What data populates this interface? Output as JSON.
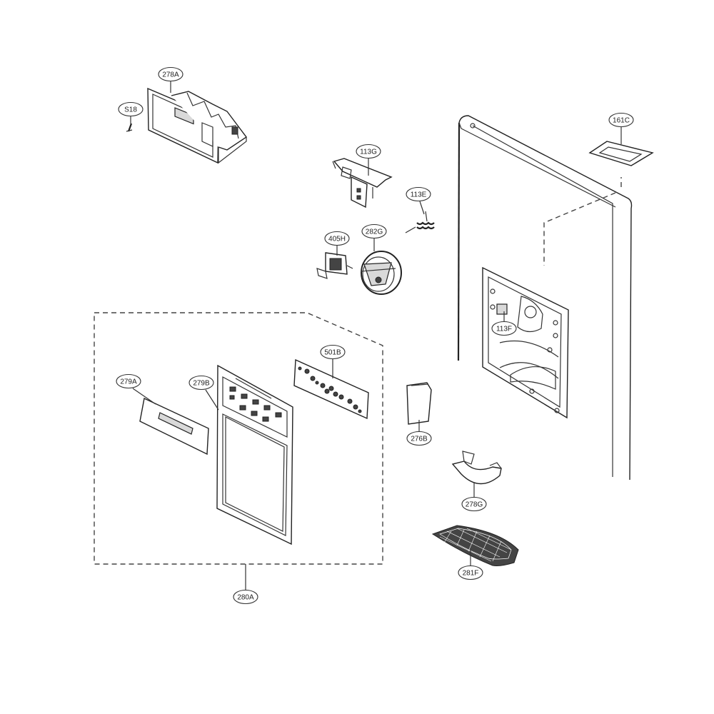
{
  "callouts": [
    {
      "id": "s18",
      "text": "S18"
    },
    {
      "id": "278a",
      "text": "278A"
    },
    {
      "id": "113g",
      "text": "113G"
    },
    {
      "id": "113e",
      "text": "113E"
    },
    {
      "id": "405h",
      "text": "405H"
    },
    {
      "id": "282g",
      "text": "282G"
    },
    {
      "id": "161c",
      "text": "161C"
    },
    {
      "id": "113f",
      "text": "113F"
    },
    {
      "id": "501b",
      "text": "501B"
    },
    {
      "id": "279a",
      "text": "279A"
    },
    {
      "id": "279b",
      "text": "279B"
    },
    {
      "id": "276b",
      "text": "276B"
    },
    {
      "id": "278g",
      "text": "278G"
    },
    {
      "id": "281f",
      "text": "281F"
    },
    {
      "id": "280a",
      "text": "280A"
    }
  ]
}
